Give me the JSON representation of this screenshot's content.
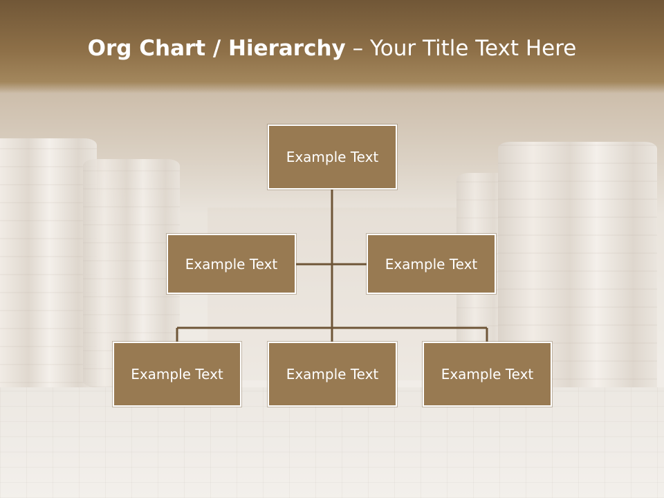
{
  "slide": {
    "title_bold": "Org Chart / Hierarchy",
    "title_dash": " – ",
    "title_rest": "Your Title Text Here"
  },
  "org_chart": {
    "root": {
      "label": "Example Text"
    },
    "assistants": [
      {
        "label": "Example Text"
      },
      {
        "label": "Example Text"
      }
    ],
    "children": [
      {
        "label": "Example Text"
      },
      {
        "label": "Example Text"
      },
      {
        "label": "Example Text"
      }
    ]
  },
  "colors": {
    "title_band": "#8e7048",
    "node_fill": "#987a52",
    "node_border": "#ffffff",
    "connector": "#6e5537",
    "text": "#ffffff"
  }
}
